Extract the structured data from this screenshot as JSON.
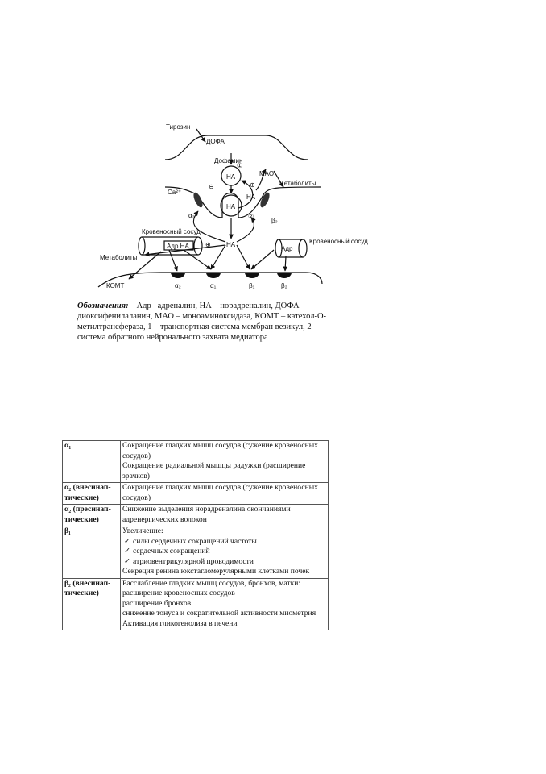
{
  "diagram": {
    "labels": {
      "tyrosine": "Тирозин",
      "dopa": "ДОФА",
      "dopamine": "Дофамин",
      "na": "НА",
      "mao": "МАО",
      "metabolites": "Метаболиты",
      "calcium": "Ca²⁺",
      "blood_vessel": "Кровеносный сосуд",
      "adr_na": "Адр НА",
      "adr": "Адр",
      "comt": "КОМТ",
      "minus": "⊖",
      "plus": "⊕",
      "one": "①",
      "two": "②",
      "alpha1": "α₁",
      "alpha2": "α₂",
      "beta1": "β₁",
      "beta2": "β₂"
    }
  },
  "caption": {
    "title": "Обозначения:",
    "text": "Адр –адреналин, НА – норадреналин, ДОФА – диоксифенилаланин, МАО – моноаминоксидаза, КОМТ – катехол-О-метилтрансфераза, 1 – транспортная система мембран везикул, 2 – система обратного нейронального захвата медиатора"
  },
  "table": {
    "rows": [
      {
        "receptor": "α₁",
        "lines": [
          "Сокращение гладких мышц сосудов (сужение кровеносных сосудов)",
          "Сокращение радиальной мышцы радужки (расширение зрачков)"
        ]
      },
      {
        "receptor": "α₂ (внесинап-тические)",
        "lines": [
          "Сокращение гладких мышц сосудов (сужение кровеносных сосудов)"
        ]
      },
      {
        "receptor": "α₂ (пресинап-тические)",
        "lines": [
          "Снижение выделения норадреналина окончаниями адренергических волокон"
        ]
      },
      {
        "receptor": "β₁",
        "intro": "Увеличение:",
        "checks": [
          "силы сердечных сокращений частоты",
          "сердечных сокращений",
          "атриовентрикулярной проводимости"
        ],
        "check_mark": "✓",
        "lines": [
          "Секреция ренина юкстагломерулярными клетками почек"
        ]
      },
      {
        "receptor": "β₂ (внесинап-тические)",
        "lines": [
          "Расслабление гладких мышц сосудов, бронхов, матки:",
          "расширение кровеносных сосудов",
          "расширение бронхов",
          "снижение тонуса и сократительной активности миометрия",
          "Активация гликогенолиза в печени"
        ]
      }
    ]
  }
}
